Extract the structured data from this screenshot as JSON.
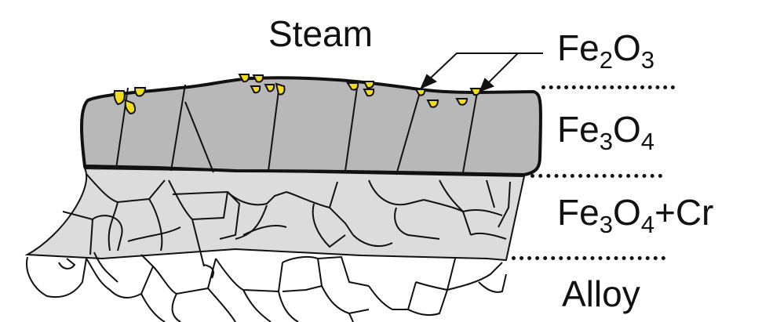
{
  "diagram": {
    "type": "cross-section schematic",
    "labels": {
      "top": "Steam",
      "fe2o3": {
        "base1": "Fe",
        "sub1": "2",
        "base2": "O",
        "sub2": "3"
      },
      "fe3o4": {
        "base1": "Fe",
        "sub1": "3",
        "base2": "O",
        "sub2": "4"
      },
      "fe3o4cr": {
        "base1": "Fe",
        "sub1": "3",
        "base2": "O",
        "sub2": "4",
        "suffix": "+Cr"
      },
      "alloy": "Alloy"
    },
    "layers": [
      {
        "name": "Fe2O3",
        "description": "yellow hematite particles on surface",
        "color": "#f2dc1e"
      },
      {
        "name": "Fe3O4",
        "description": "outer columnar magnetite layer",
        "color": "#b8b8b8"
      },
      {
        "name": "Fe3O4+Cr",
        "description": "inner Cr-rich magnetite layer",
        "color": "#dcdcdc"
      },
      {
        "name": "Alloy",
        "description": "base metal grains",
        "color": "#ffffff"
      }
    ],
    "colors": {
      "outline": "#111111",
      "outer_layer": "#b8b8b8",
      "inner_layer": "#dcdcdc",
      "particles": "#f2dc1e",
      "alloy": "#ffffff"
    }
  }
}
